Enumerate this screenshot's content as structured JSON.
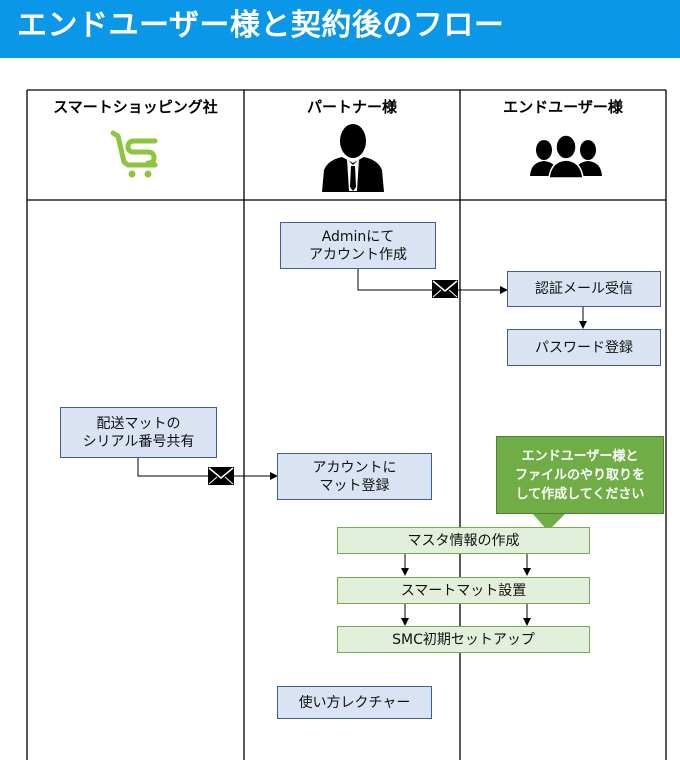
{
  "banner": {
    "title": "エンドユーザー様と契約後のフロー",
    "color": "#0b97e8"
  },
  "columns": [
    {
      "label": "スマートショッピング社",
      "icon": "cart-logo-icon"
    },
    {
      "label": "パートナー様",
      "icon": "businessman-icon"
    },
    {
      "label": "エンドユーザー様",
      "icon": "user-group-icon"
    }
  ],
  "steps": {
    "admin_account": "Adminにて\nアカウント作成",
    "auth_mail": "認証メール受信",
    "password": "パスワード登録",
    "serial_share": "配送マットの\nシリアル番号共有",
    "account_mat": "アカウントに\nマット登録",
    "master_info": "マスタ情報の作成",
    "smart_mat": "スマートマット設置",
    "smc_setup": "SMC初期セットアップ",
    "lecture": "使い方レクチャー"
  },
  "callout": {
    "text": "エンドユーザー様と\nファイルのやり取りを\nして作成してください"
  },
  "icons": {
    "mail": "mail-envelope-icon"
  },
  "colors": {
    "step_fill": "#dae3f3",
    "step_border": "#3f5e96",
    "shared_fill": "#e2efda",
    "shared_border": "#7aa84f",
    "callout": "#70ad47",
    "logo_green": "#8cc63f"
  }
}
